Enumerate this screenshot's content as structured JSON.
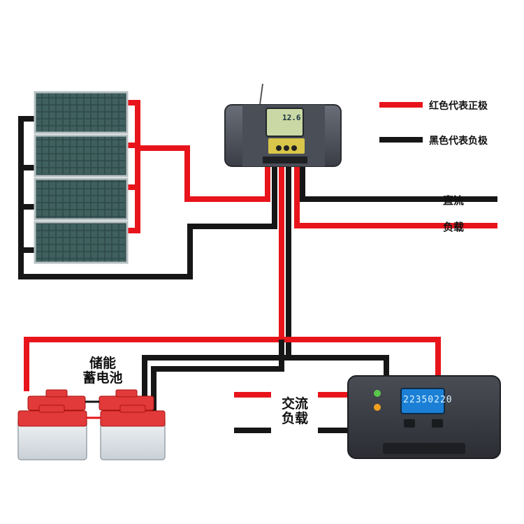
{
  "legend": {
    "red_label": "红色代表正极",
    "black_label": "黑色代表负极",
    "red_color": "#e8141b",
    "black_color": "#161616"
  },
  "dc_load": {
    "line1": "直流",
    "line2": "负载"
  },
  "battery_bank": {
    "line1": "储能",
    "line2": "蓄电池"
  },
  "ac_load": {
    "line1": "交流",
    "line2": "负载"
  },
  "controller": {
    "display_value": "12.6"
  },
  "inverter": {
    "display_value": "22350220"
  }
}
